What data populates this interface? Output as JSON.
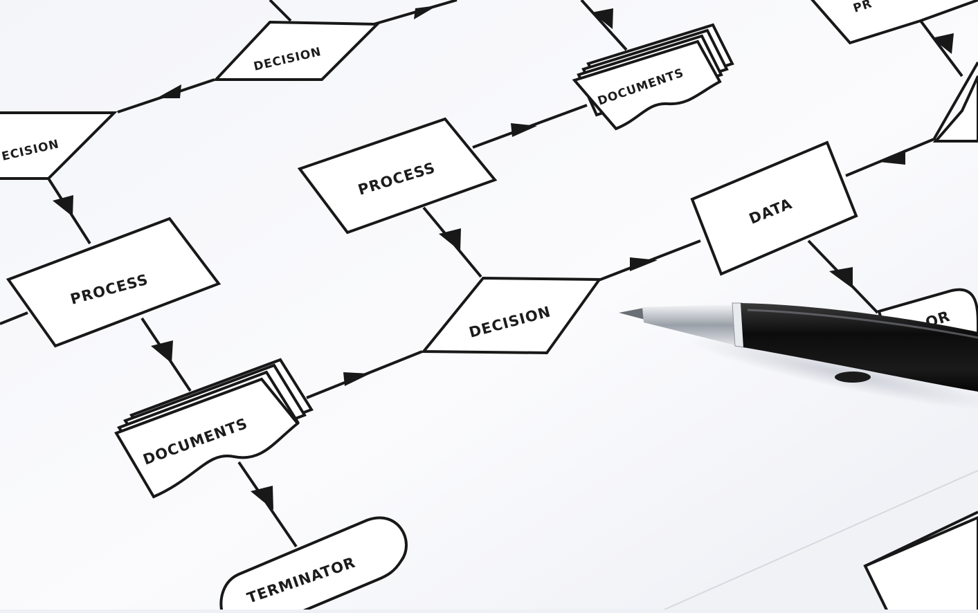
{
  "labels": {
    "decision": "DECISION",
    "decision_partial": "ECISION",
    "process": "PROCESS",
    "documents": "DOCUMENTS",
    "data": "DATA",
    "terminator": "TERMINATOR",
    "partial_top_right": "PR",
    "partial_right": "OR"
  },
  "colors": {
    "paper": "#f7f8fb",
    "ink": "#181818",
    "pen_body": "#111111",
    "pen_chrome": "#cfd2d8"
  }
}
